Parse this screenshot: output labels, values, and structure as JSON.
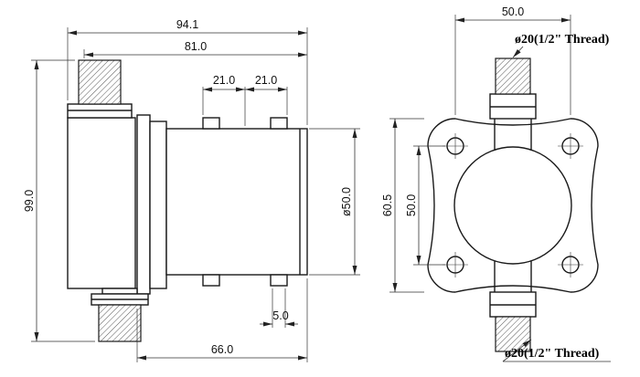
{
  "side": {
    "dims": {
      "overall_length": "94.1",
      "upper_length": "81.0",
      "clip_left": "21.0",
      "clip_right": "21.0",
      "overall_height": "99.0",
      "body_diameter": "ø50.0",
      "clip_offset": "5.0",
      "motor_length": "66.0"
    }
  },
  "front": {
    "dims": {
      "bolt_spacing_width": "50.0",
      "inlet_thread": "ø20(1/2\" Thread)",
      "flange_height": "60.5",
      "bolt_spacing_height": "50.0",
      "outlet_thread": "ø20(1/2\" Thread)"
    }
  }
}
